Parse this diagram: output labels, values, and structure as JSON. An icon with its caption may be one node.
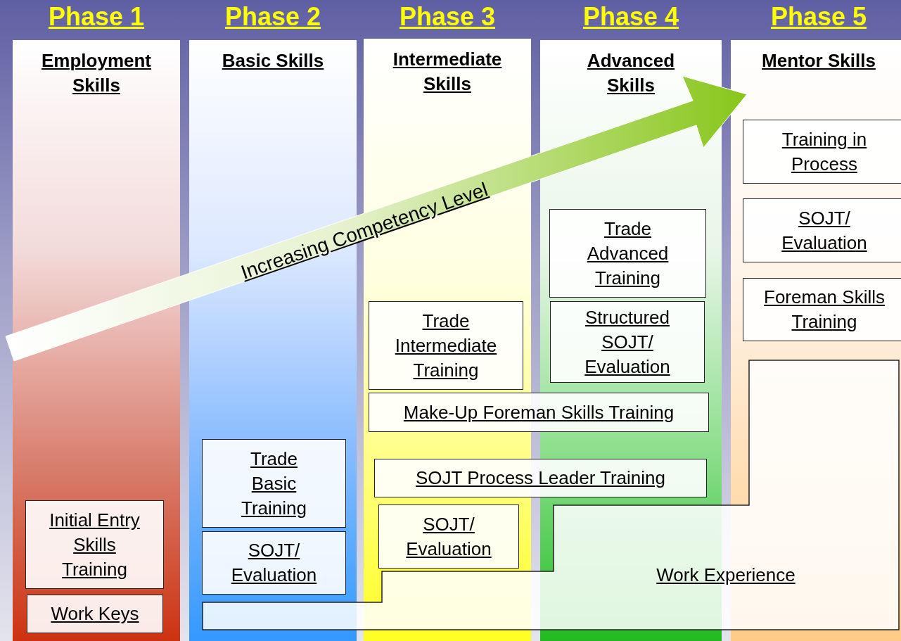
{
  "diagram": {
    "nodes": [
      {
        "text": [
          "Phase 1",
          "Employment Skills"
        ]
      },
      {
        "text": [
          "Initial Entry Skills Training"
        ],
        "in": 0
      },
      {
        "text": [
          "Work Keys"
        ],
        "in": 0
      },
      {
        "text": [
          "Phase 2",
          "Basic Skills"
        ]
      },
      {
        "text": [
          "Trade Basic Training"
        ],
        "in": 3
      },
      {
        "text": [
          "SOJT/ Evaluation"
        ],
        "in": 3
      },
      {
        "text": [
          "Phase 3",
          "Intermediate Skills"
        ]
      },
      {
        "text": [
          "Trade Intermediate Training"
        ],
        "in": 6
      },
      {
        "text": [
          "SOJT/ Evaluation"
        ],
        "in": 6
      },
      {
        "text": [
          "Phase 4",
          "Advanced Skills"
        ]
      },
      {
        "text": [
          "Trade Advanced Training"
        ],
        "in": 9
      },
      {
        "text": [
          "Structured SOJT/ Evaluation"
        ],
        "in": 9
      },
      {
        "text": [
          "Phase 5",
          "Mentor Skills"
        ]
      },
      {
        "text": [
          "Training in Process"
        ],
        "in": 12
      },
      {
        "text": [
          "SOJT/ Evaluation"
        ],
        "in": 12
      },
      {
        "text": [
          "Foreman Skills Training"
        ],
        "in": 12
      },
      {
        "text": [
          "Make-Up Foreman Skills Training"
        ]
      },
      {
        "text": [
          "SOJT Process Leader Training"
        ]
      },
      {
        "text": [
          "Work Experience"
        ]
      }
    ],
    "labels": [
      "Increasing Competency Level"
    ]
  }
}
